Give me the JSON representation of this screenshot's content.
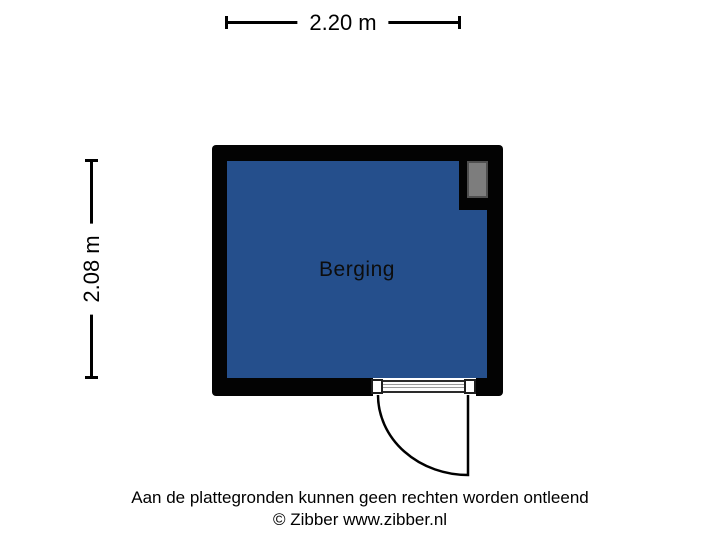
{
  "dimensions": {
    "width_label": "2.20 m",
    "height_label": "2.08 m"
  },
  "room": {
    "name": "Berging"
  },
  "footer": {
    "disclaimer": "Aan de plattegronden kunnen geen rechten worden ontleend",
    "copyright": "© Zibber www.zibber.nl"
  },
  "colors": {
    "background": "#ffffff",
    "wall": "#030303",
    "floor": "#254F8C",
    "shaft_fill": "#7D7D7D",
    "shaft_border": "#4F4F4F",
    "line": "#000000",
    "label_bg": "#ffffff",
    "text": "#000000"
  }
}
